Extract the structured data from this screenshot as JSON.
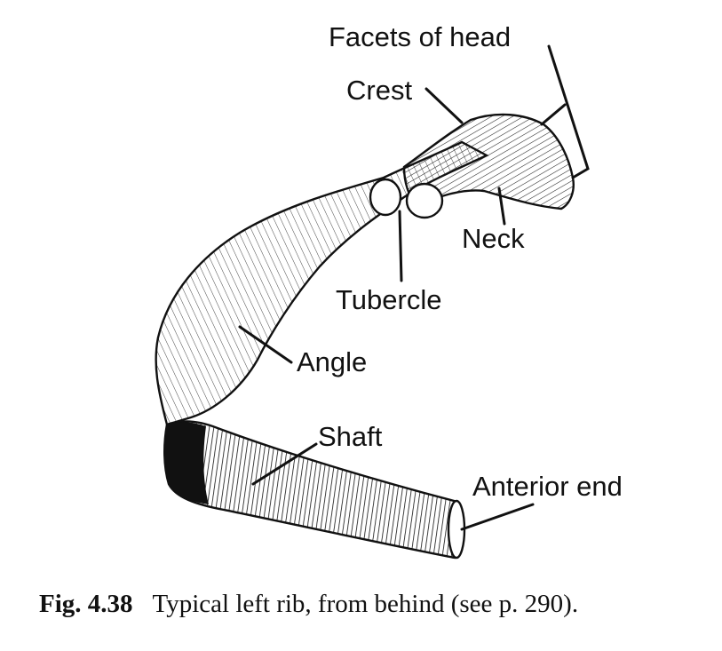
{
  "diagram": {
    "labels": {
      "facets_of_head": "Facets of head",
      "crest": "Crest",
      "neck": "Neck",
      "tubercle": "Tubercle",
      "angle": "Angle",
      "shaft": "Shaft",
      "anterior_end": "Anterior end"
    }
  },
  "caption": {
    "figure_number": "Fig. 4.38",
    "text": "Typical left rib, from behind (see p. 290)."
  }
}
